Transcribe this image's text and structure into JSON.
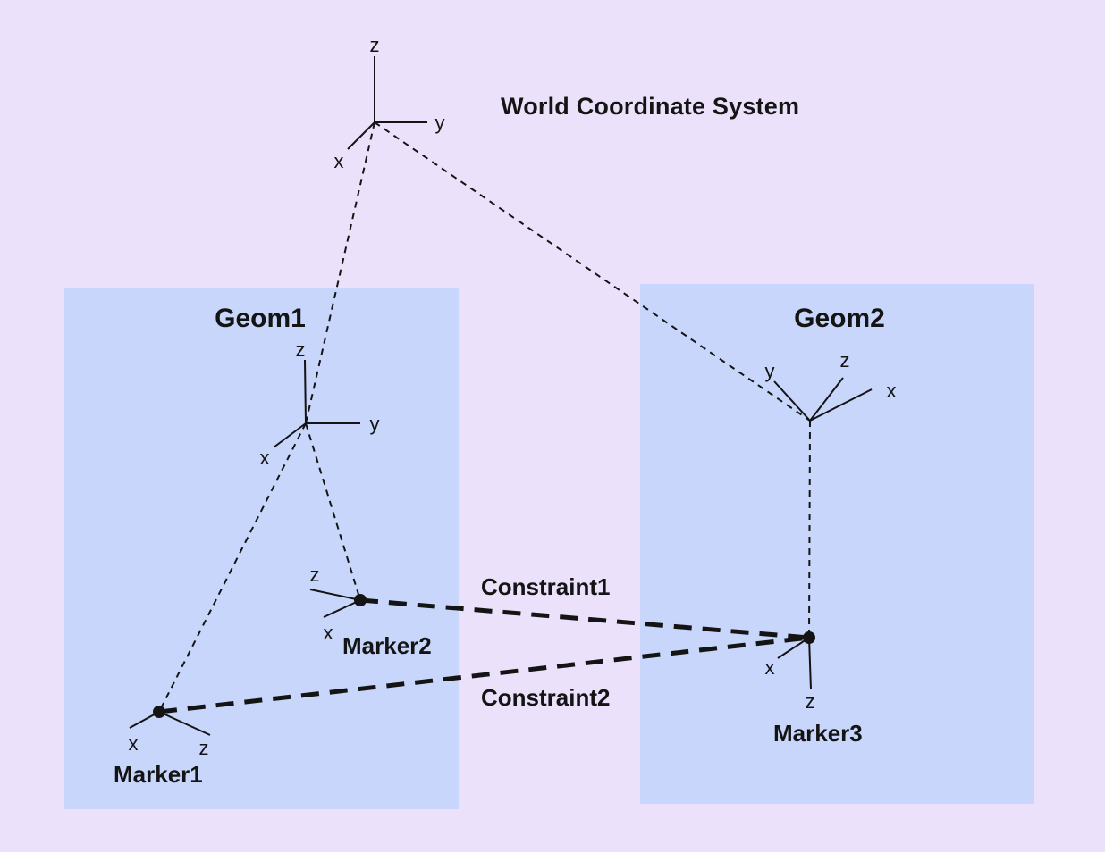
{
  "diagram": {
    "title": "World Coordinate System",
    "colors": {
      "background": "#ece1fa",
      "panel": "#c7d6fa",
      "ink": "#141414"
    },
    "panels": [
      {
        "label": "Geom1"
      },
      {
        "label": "Geom2"
      }
    ],
    "markers": [
      {
        "label": "Marker1"
      },
      {
        "label": "Marker2"
      },
      {
        "label": "Marker3"
      }
    ],
    "constraints": [
      {
        "label": "Constraint1"
      },
      {
        "label": "Constraint2"
      }
    ],
    "axis_letters": {
      "x": "x",
      "y": "y",
      "z": "z"
    }
  }
}
